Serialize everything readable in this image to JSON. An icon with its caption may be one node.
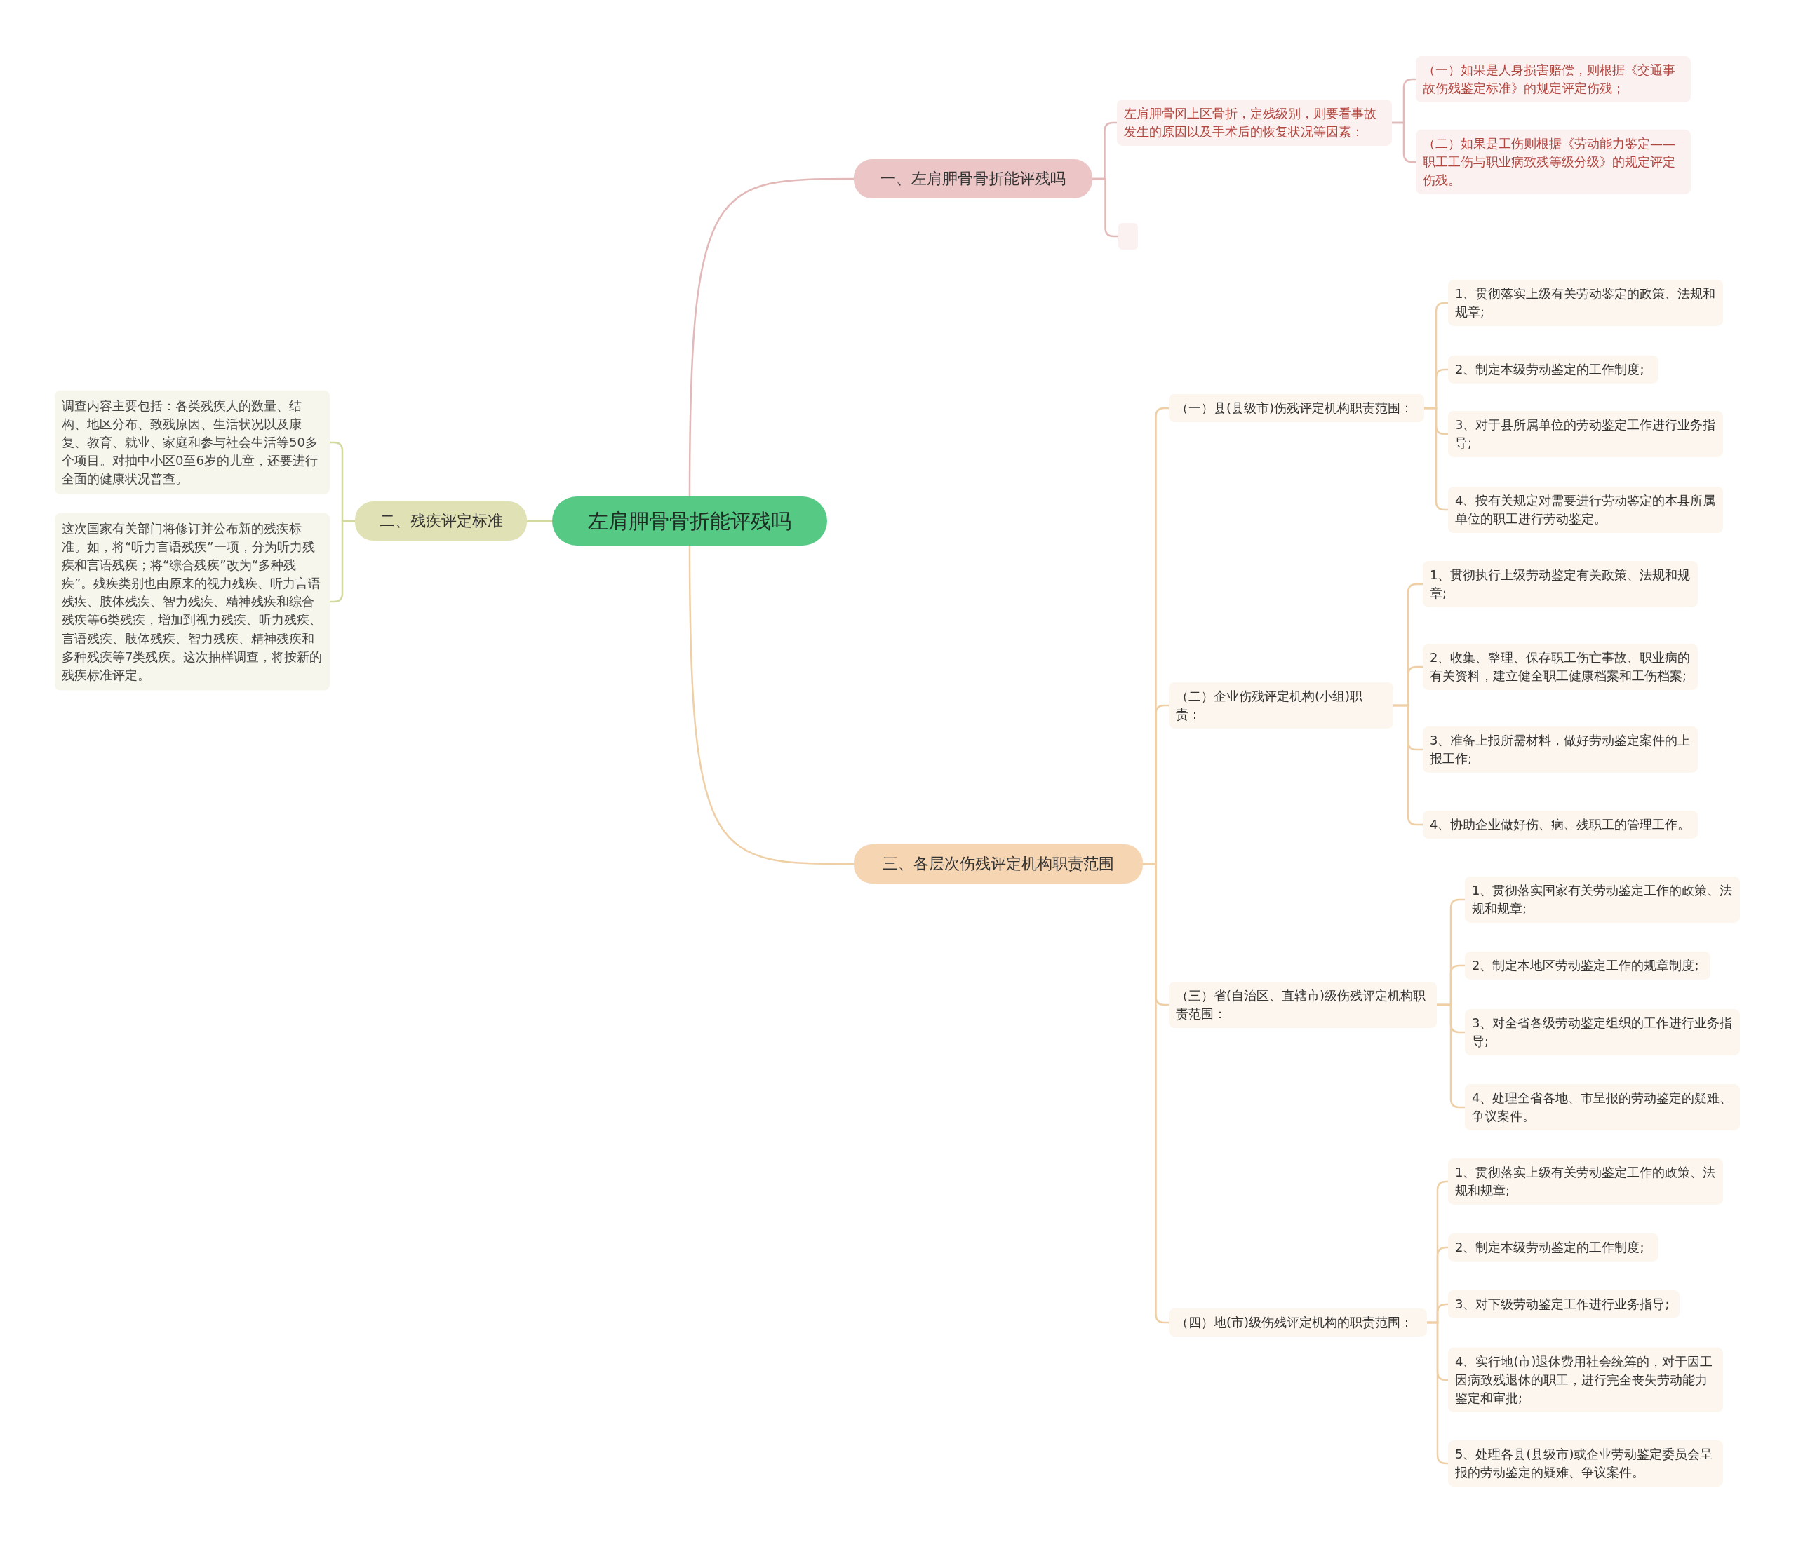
{
  "diagram": {
    "nodes": [
      {
        "text": [
          "左肩胛骨骨折能评残吗"
        ]
      },
      {
        "text": [
          "一、左肩胛骨骨折能评残吗"
        ]
      },
      {
        "text": [
          "左肩胛骨冈上区骨折，定残级别，则要看事故发生的原因以及手术后的恢复状况等因素："
        ]
      },
      {
        "text": [
          "（一）如果是人身损害赔偿，则根据《交通事故伤残鉴定标准》的规定评定伤残；"
        ]
      },
      {
        "text": [
          "（二）如果是工伤则根据《劳动能力鉴定——职工工伤与职业病致残等级分级》的规定评定伤残。"
        ]
      },
      {
        "text": [],
        "shape": "box"
      },
      {
        "text": [
          "二、残疾评定标准"
        ]
      },
      {
        "text": [
          "调查内容主要包括：各类残疾人的数量、结构、地区分布、致残原因、生活状况以及康复、教育、就业、家庭和参与社会生活等50多个项目。对抽中小区0至6岁的儿童，还要进行全面的健康状况普查。"
        ]
      },
      {
        "text": [
          "这次国家有关部门将修订并公布新的残疾标准。如，将“听力言语残疾”一项，分为听力残疾和言语残疾；将“综合残疾”改为“多种残疾”。残疾类别也由原来的视力残疾、听力言语残疾、肢体残疾、智力残疾、精神残疾和综合残疾等6类残疾，增加到视力残疾、听力残疾、言语残疾、肢体残疾、智力残疾、精神残疾和多种残疾等7类残疾。这次抽样调查，将按新的残疾标准评定。"
        ]
      },
      {
        "text": [
          "三、各层次伤残评定机构职责范围"
        ]
      },
      {
        "text": [
          "（一）县(县级市)伤残评定机构职责范围："
        ]
      },
      {
        "text": [
          "1、贯彻落实上级有关劳动鉴定的政策、法规和规章;"
        ]
      },
      {
        "text": [
          "2、制定本级劳动鉴定的工作制度;"
        ]
      },
      {
        "text": [
          "3、对于县所属单位的劳动鉴定工作进行业务指导;"
        ]
      },
      {
        "text": [
          "4、按有关规定对需要进行劳动鉴定的本县所属单位的职工进行劳动鉴定。"
        ]
      },
      {
        "text": [
          "（二）企业伤残评定机构(小组)职责："
        ]
      },
      {
        "text": [
          "1、贯彻执行上级劳动鉴定有关政策、法规和规章;"
        ]
      },
      {
        "text": [
          "2、收集、整理、保存职工伤亡事故、职业病的有关资料，建立健全职工健康档案和工伤档案;"
        ]
      },
      {
        "text": [
          "3、准备上报所需材料，做好劳动鉴定案件的上报工作;"
        ]
      },
      {
        "text": [
          "4、协助企业做好伤、病、残职工的管理工作。"
        ]
      },
      {
        "text": [
          "（三）省(自治区、直辖市)级伤残评定机构职责范围："
        ]
      },
      {
        "text": [
          "1、贯彻落实国家有关劳动鉴定工作的政策、法规和规章;"
        ]
      },
      {
        "text": [
          "2、制定本地区劳动鉴定工作的规章制度;"
        ]
      },
      {
        "text": [
          "3、对全省各级劳动鉴定组织的工作进行业务指导;"
        ]
      },
      {
        "text": [
          "4、处理全省各地、市呈报的劳动鉴定的疑难、争议案件。"
        ]
      },
      {
        "text": [
          "（四）地(市)级伤残评定机构的职责范围："
        ]
      },
      {
        "text": [
          "1、贯彻落实上级有关劳动鉴定工作的政策、法规和规章;"
        ]
      },
      {
        "text": [
          "2、制定本级劳动鉴定的工作制度;"
        ]
      },
      {
        "text": [
          "3、对下级劳动鉴定工作进行业务指导;"
        ]
      },
      {
        "text": [
          "4、实行地(市)退休费用社会统筹的，对于因工因病致残退休的职工，进行完全丧失劳动能力鉴定和审批;"
        ]
      },
      {
        "text": [
          "5、处理各县(县级市)或企业劳动鉴定委员会呈报的劳动鉴定的疑难、争议案件。"
        ]
      }
    ],
    "edges": [
      {
        "from": 0,
        "to": 1,
        "arrow": "none",
        "color": "#e3b8b8"
      },
      {
        "from": 0,
        "to": 6,
        "arrow": "none",
        "color": "#d3d99f"
      },
      {
        "from": 0,
        "to": 9,
        "arrow": "none"
      },
      {
        "from": 1,
        "to": 2,
        "arrow": "none",
        "color": "#e3b8b8"
      },
      {
        "from": 1,
        "to": 5,
        "arrow": "none",
        "color": "#e3b8b8"
      },
      {
        "from": 2,
        "to": 3,
        "arrow": "none",
        "color": "#e3b8b8"
      },
      {
        "from": 2,
        "to": 4,
        "arrow": "none",
        "color": "#e3b8b8"
      },
      {
        "from": 6,
        "to": 7,
        "arrow": "none",
        "color": "#d3d99f"
      },
      {
        "from": 6,
        "to": 8,
        "arrow": "none",
        "color": "#d3d99f"
      },
      {
        "from": 9,
        "to": 10,
        "arrow": "none"
      },
      {
        "from": 9,
        "to": 15,
        "arrow": "none"
      },
      {
        "from": 9,
        "to": 20,
        "arrow": "none"
      },
      {
        "from": 9,
        "to": 25,
        "arrow": "none"
      },
      {
        "from": 10,
        "to": 11,
        "arrow": "none"
      },
      {
        "from": 10,
        "to": 12,
        "arrow": "none"
      },
      {
        "from": 10,
        "to": 13,
        "arrow": "none"
      },
      {
        "from": 10,
        "to": 14,
        "arrow": "none"
      },
      {
        "from": 15,
        "to": 16,
        "arrow": "none"
      },
      {
        "from": 15,
        "to": 17,
        "arrow": "none"
      },
      {
        "from": 15,
        "to": 18,
        "arrow": "none"
      },
      {
        "from": 15,
        "to": 19,
        "arrow": "none"
      },
      {
        "from": 20,
        "to": 21,
        "arrow": "none"
      },
      {
        "from": 20,
        "to": 22,
        "arrow": "none"
      },
      {
        "from": 20,
        "to": 23,
        "arrow": "none"
      },
      {
        "from": 20,
        "to": 24,
        "arrow": "none"
      },
      {
        "from": 25,
        "to": 26,
        "arrow": "none"
      },
      {
        "from": 25,
        "to": 27,
        "arrow": "none"
      },
      {
        "from": 25,
        "to": 28,
        "arrow": "none"
      },
      {
        "from": 25,
        "to": 29,
        "arrow": "none"
      },
      {
        "from": 25,
        "to": 30,
        "arrow": "none"
      }
    ]
  }
}
